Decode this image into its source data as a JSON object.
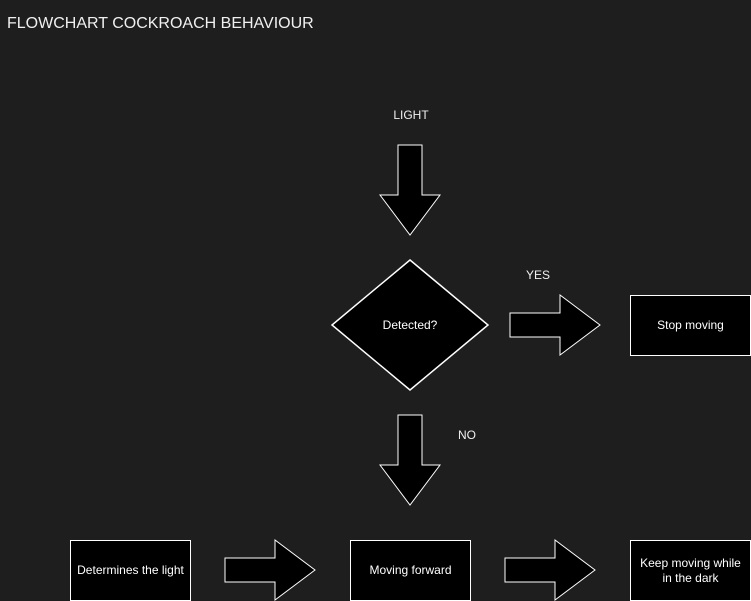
{
  "diagram": {
    "title": "FLOWCHART COCKROACH BEHAVIOUR",
    "nodes": {
      "start_label": "LIGHT",
      "decision": "Detected?",
      "stop": "Stop moving",
      "determine": "Determines the light",
      "moving": "Moving forward",
      "keep_moving": "Keep moving while in the dark"
    },
    "edges": {
      "yes_label": "YES",
      "no_label": "NO"
    }
  }
}
